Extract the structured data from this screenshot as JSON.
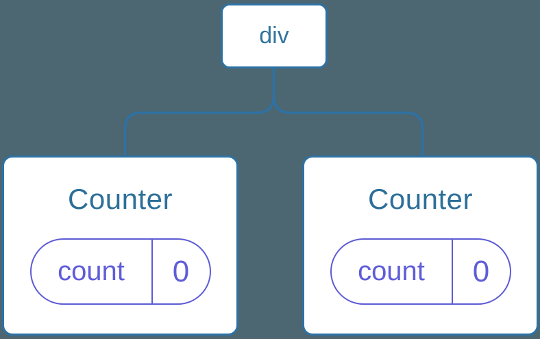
{
  "diagram": {
    "type": "component-tree",
    "colors": {
      "background": "#4C6672",
      "node_border_blue": "#2E72A4",
      "node_text_blue": "#2D6F99",
      "state_purple": "#5D5BD5",
      "card_background": "#FFFFFF"
    },
    "root_node": {
      "label": "div"
    },
    "children": [
      {
        "title": "Counter",
        "state_key": "count",
        "state_value": "0"
      },
      {
        "title": "Counter",
        "state_key": "count",
        "state_value": "0"
      }
    ]
  }
}
